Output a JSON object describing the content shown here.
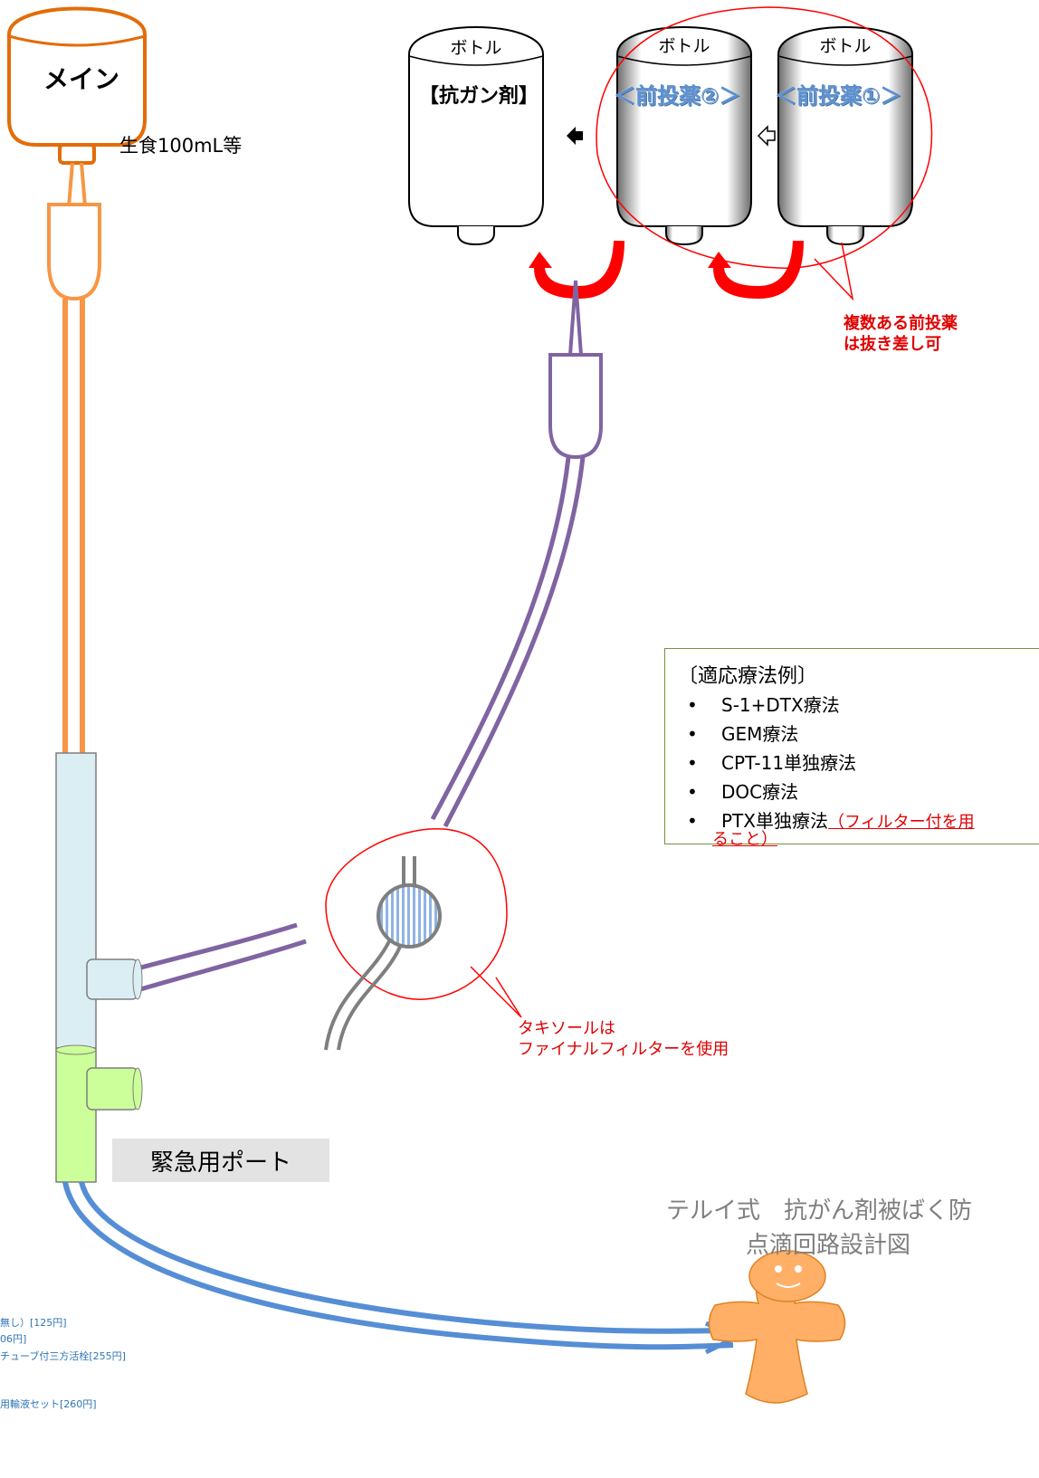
{
  "main_bottle": {
    "label": "メイン",
    "note": "生食100mL等"
  },
  "bottles": [
    {
      "cap": "ボトル",
      "content": "【抗ガン剤】"
    },
    {
      "cap": "ボトル",
      "content": "＜前投薬②＞"
    },
    {
      "cap": "ボトル",
      "content": "＜前投薬①＞"
    }
  ],
  "notes": {
    "multi_premed": [
      "複数ある前投薬",
      "は抜き差し可"
    ],
    "taxol": [
      "タキソールは",
      "ファイナルフィルターを使用"
    ]
  },
  "therapy": {
    "title": "〔適応療法例〕",
    "items": [
      "S-1+DTX療法",
      "GEM療法",
      "CPT-11単独療法",
      "DOC療法",
      "PTX単独療法"
    ],
    "filter_note_1": "（フィルター付を用",
    "filter_note_2": "ること）"
  },
  "port_label": "緊急用ポート",
  "title_lines": [
    "テルイ式　抗がん剤被ばく防",
    "点滴回路設計図"
  ],
  "cost_lines": [
    "無し）[125円]",
    "06円]",
    "チューブ付三方活栓[255円]",
    "用輸液セット[260円]"
  ],
  "colors": {
    "main_line": "#f79646",
    "main_bottle": "#e36c09",
    "chemo_line": "#8064a2",
    "patient_line": "#558ed5",
    "connector_top": "#dbeef4",
    "connector_bottom": "#ccff99",
    "annotation": "#ff0000",
    "patient_figure": "#ffb066"
  }
}
